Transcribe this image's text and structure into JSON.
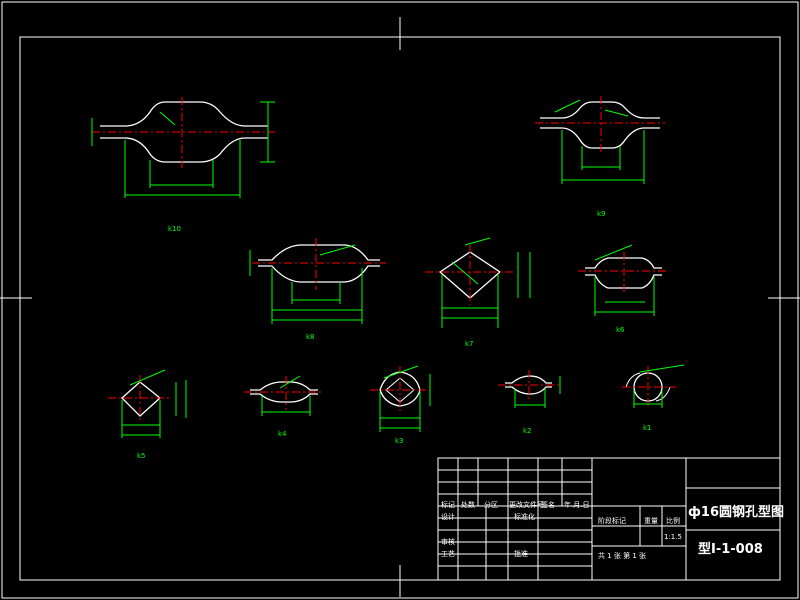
{
  "drawing": {
    "title": "ф16圆钢孔型图",
    "number": "型I-1-008",
    "scale": "1:1.5",
    "sheet_info": "共 1 张 第 1 张",
    "colors": {
      "background": "#000000",
      "border": "#ffffff",
      "outline": "#ffffff",
      "dimension": "#00ff00",
      "centerline": "#ff0000"
    }
  },
  "passes": [
    {
      "label": "k10"
    },
    {
      "label": "k9"
    },
    {
      "label": "k8"
    },
    {
      "label": "k7"
    },
    {
      "label": "k6"
    },
    {
      "label": "k5"
    },
    {
      "label": "k4"
    },
    {
      "label": "k3"
    },
    {
      "label": "k2"
    },
    {
      "label": "k1"
    }
  ],
  "title_block": {
    "row_labels": [
      "标记",
      "处数",
      "分区",
      "更改文件号",
      "签名",
      "年.月.日"
    ],
    "design": "设计",
    "std": "标准化",
    "review": "审核",
    "process": "工艺",
    "approve": "批准",
    "stage": "阶段标记",
    "weight": "重量",
    "scale_label": "比例"
  }
}
